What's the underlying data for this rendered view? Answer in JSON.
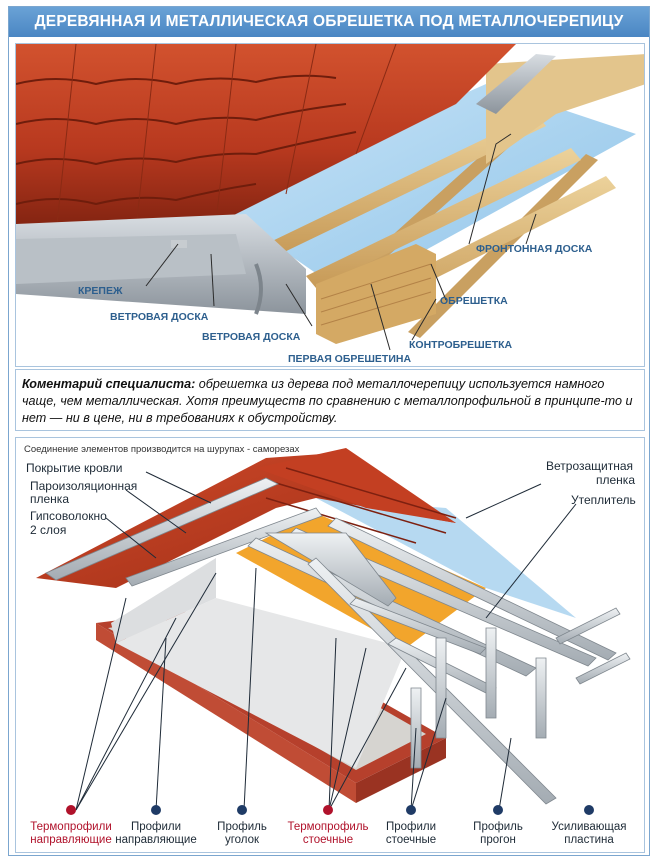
{
  "title": "ДЕРЕВЯННАЯ И МЕТАЛЛИЧЕСКАЯ ОБРЕШЕТКА ПОД МЕТАЛЛОЧЕРЕПИЦУ",
  "top_labels": {
    "krepezh": "КРЕПЕЖ",
    "vetrovaya1": "ВЕТРОВАЯ ДОСКА",
    "vetrovaya2": "ВЕТРОВАЯ ДОСКА",
    "pervaya": "ПЕРВАЯ ОБРЕШЕТИНА",
    "kontr": "КОНТРОБРЕШЕТКА",
    "obreshetka": "ОБРЕШЕТКА",
    "frontonnaya": "ФРОНТОННАЯ ДОСКА"
  },
  "comment": {
    "lead": "Коментарий специалиста:",
    "text": " обрешетка из дерева под металлочерепицу используется намного чаще, чем металлическая. Хотя преимуществ по сравнению с металлопрофильной в принципе-то и нет — ни в цене, ни в требованиях к обустройству."
  },
  "bottom": {
    "caption": "Соединение элементов производится на шурупах - саморезах",
    "left_labels": {
      "pokrytie": "Покрытие кровли",
      "paro1": "Пароизоляционная",
      "paro2": "пленка",
      "gips1": "Гипсоволокно",
      "gips2": "2 слоя"
    },
    "right_labels": {
      "veter1": "Ветрозащитная",
      "veter2": "пленка",
      "uteplitel": "Утеплитель"
    },
    "legend": [
      {
        "line1": "Термопрофили",
        "line2": "направляющие",
        "color": "#b0122b",
        "red": true
      },
      {
        "line1": "Профили",
        "line2": "направляющие",
        "color": "#1f3b66",
        "red": false
      },
      {
        "line1": "Профиль",
        "line2": "уголок",
        "color": "#1f3b66",
        "red": false
      },
      {
        "line1": "Термопрофиль",
        "line2": "стоечные",
        "color": "#b0122b",
        "red": true
      },
      {
        "line1": "Профили",
        "line2": "стоечные",
        "color": "#1f3b66",
        "red": false
      },
      {
        "line1": "Профиль",
        "line2": "прогон",
        "color": "#1f3b66",
        "red": false
      },
      {
        "line1": "Усиливающая",
        "line2": "пластина",
        "color": "#1f3b66",
        "red": false
      }
    ]
  },
  "colors": {
    "title_bg": "#5a94cc",
    "label_blue": "#2d5f8e",
    "tile_red": "#b8391f",
    "wood": "#d9b779",
    "membrane": "#a9d2ee",
    "insulation": "#f2a52c"
  }
}
